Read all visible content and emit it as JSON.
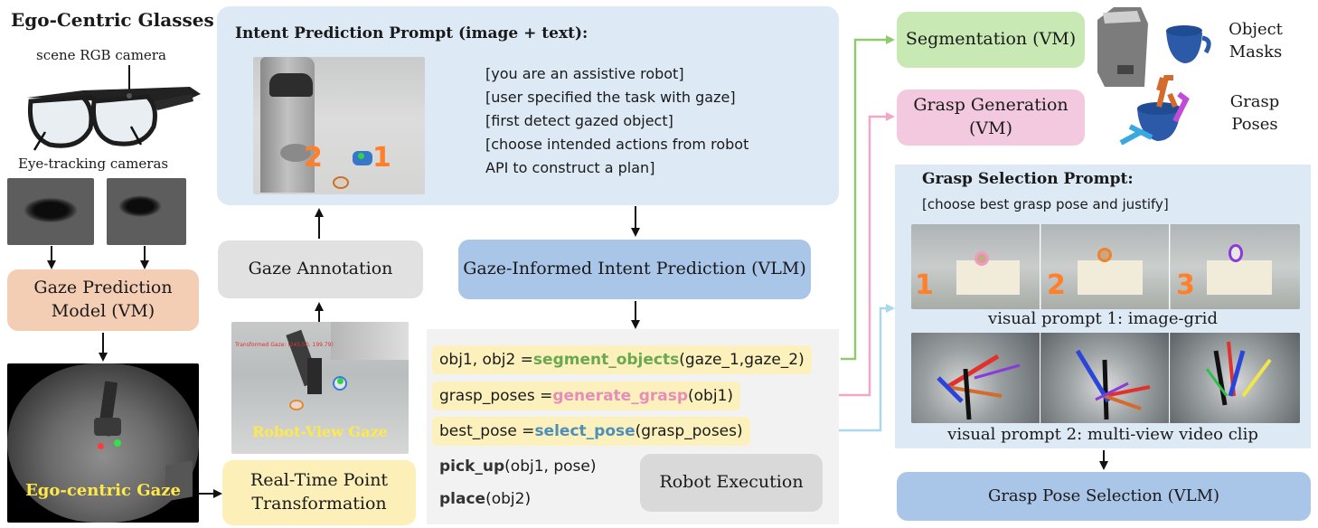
{
  "glasses": {
    "title": "Ego-Centric Glasses",
    "scene_camera": "scene RGB camera",
    "eye_cameras": "Eye-tracking cameras"
  },
  "gaze_prediction": "Gaze Prediction Model (VM)",
  "ego_gaze_label": "Ego-centric Gaze",
  "point_transform": "Real-Time Point Transformation",
  "robot_view": {
    "label": "Robot-View Gaze",
    "overlay": "Transformed Gaze: (245.50, 199.79)"
  },
  "gaze_annotation": "Gaze Annotation",
  "intent_prompt": {
    "title": "Intent Prediction Prompt (image + text):",
    "lines": [
      "[you are an assistive robot]",
      "[user specified the task with gaze]",
      "[first detect gazed object]",
      "[choose intended actions from robot",
      "API to construct a plan]"
    ],
    "markers": [
      "2",
      "1"
    ]
  },
  "intent_vlm": "Gaze-Informed Intent Prediction (VLM)",
  "code": {
    "line1": {
      "prefix": "obj1, obj2 = ",
      "fn": "segment_objects",
      "args": "(gaze_1,gaze_2)"
    },
    "line2": {
      "prefix": "grasp_poses = ",
      "fn": "generate_grasp",
      "args": "(obj1)"
    },
    "line3": {
      "prefix": "best_pose = ",
      "fn": "select_pose",
      "args": "(grasp_poses)"
    },
    "line4": {
      "fn": "pick_up",
      "args": "(obj1, pose)"
    },
    "line5": {
      "fn": "place",
      "args": "(obj2)"
    }
  },
  "robot_execution": "Robot Execution",
  "segmentation": "Segmentation (VM)",
  "object_masks": "Object Masks",
  "grasp_generation": "Grasp Generation (VM)",
  "grasp_poses": "Grasp Poses",
  "grasp_selection": {
    "title": "Grasp Selection Prompt:",
    "subtitle": "[choose best grasp pose and justify]",
    "grid_numbers": [
      "1",
      "2",
      "3"
    ],
    "caption1": "visual prompt  1: image-grid",
    "caption2": "visual prompt  2: multi-view video clip"
  },
  "grasp_pose_selection": "Grasp Pose Selection (VLM)",
  "colors": {
    "green": "#6aa84f",
    "pink": "#e88bb6",
    "blue": "#7fbde0",
    "orange": "#ff7f2a",
    "yellow_text": "#ffe94a"
  }
}
